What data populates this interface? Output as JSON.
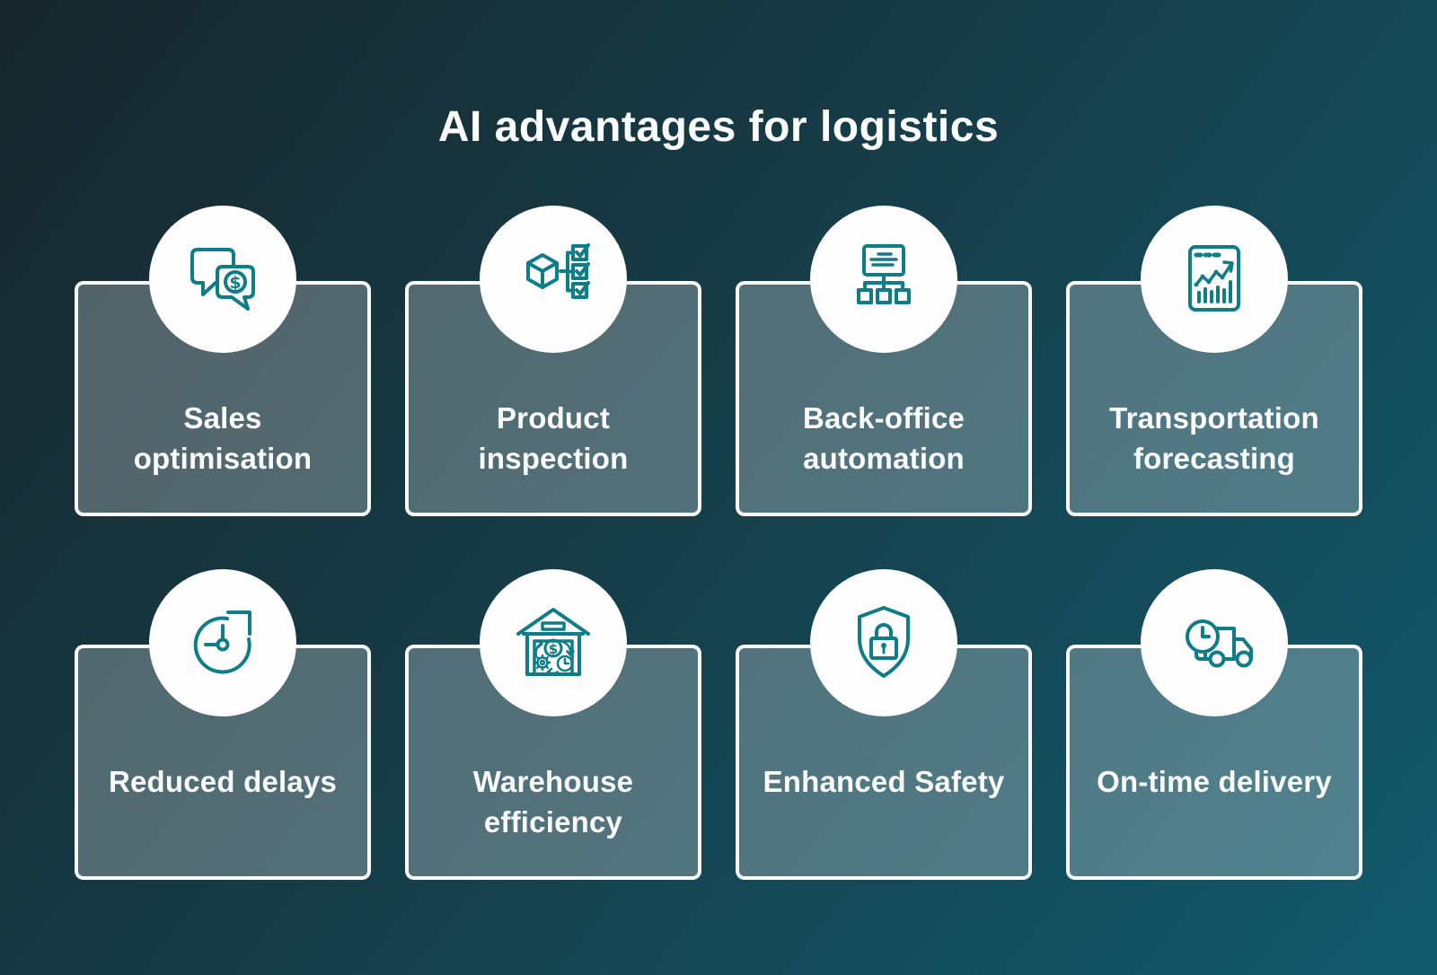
{
  "title": "AI advantages for logistics",
  "theme": {
    "background_dark": "#17262c",
    "background_teal": "#115a6d",
    "card_fill": "rgba(255,255,255,0.26)",
    "card_border": "#ffffff",
    "icon_circle_fill": "#fdfdfd",
    "icon_stroke": "#0e7d88",
    "text_color": "#fafbfb"
  },
  "cards": [
    {
      "label": "Sales optimisation",
      "lines": [
        "Sales",
        "optimisation"
      ],
      "icon": "chat-dollar-icon"
    },
    {
      "label": "Product inspection",
      "lines": [
        "Product",
        "inspection"
      ],
      "icon": "cube-checklist-icon"
    },
    {
      "label": "Back-office automation",
      "lines": [
        "Back-office",
        "automation"
      ],
      "icon": "org-chart-icon"
    },
    {
      "label": "Transportation forecasting",
      "lines": [
        "Transportation",
        "forecasting"
      ],
      "icon": "chart-browser-icon"
    },
    {
      "label": "Reduced delays",
      "lines": [
        "Reduced delays"
      ],
      "icon": "clock-refresh-icon"
    },
    {
      "label": "Warehouse efficiency",
      "lines": [
        "Warehouse",
        "efficiency"
      ],
      "icon": "warehouse-cycle-icon"
    },
    {
      "label": "Enhanced Safety",
      "lines": [
        "Enhanced Safety"
      ],
      "icon": "shield-lock-icon"
    },
    {
      "label": "On-time delivery",
      "lines": [
        "On-time delivery"
      ],
      "icon": "truck-clock-icon"
    }
  ]
}
